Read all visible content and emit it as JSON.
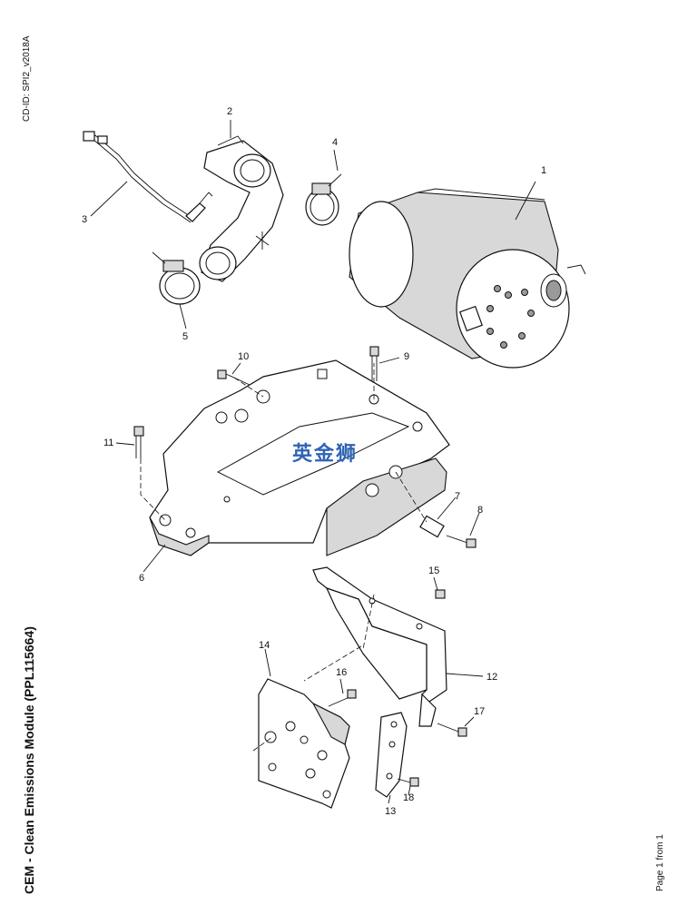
{
  "header": {
    "cd_id": "CD-ID: SPI2_v2018A"
  },
  "footer": {
    "title": "CEM - Clean Emissions Module (PPL115664)",
    "page": "Page 1 from 1"
  },
  "watermark": {
    "text": "英金狮",
    "color": "#2f63b4"
  },
  "callouts": [
    "1",
    "2",
    "3",
    "4",
    "5",
    "6",
    "7",
    "8",
    "9",
    "10",
    "11",
    "12",
    "13",
    "14",
    "15",
    "16",
    "17",
    "18"
  ]
}
